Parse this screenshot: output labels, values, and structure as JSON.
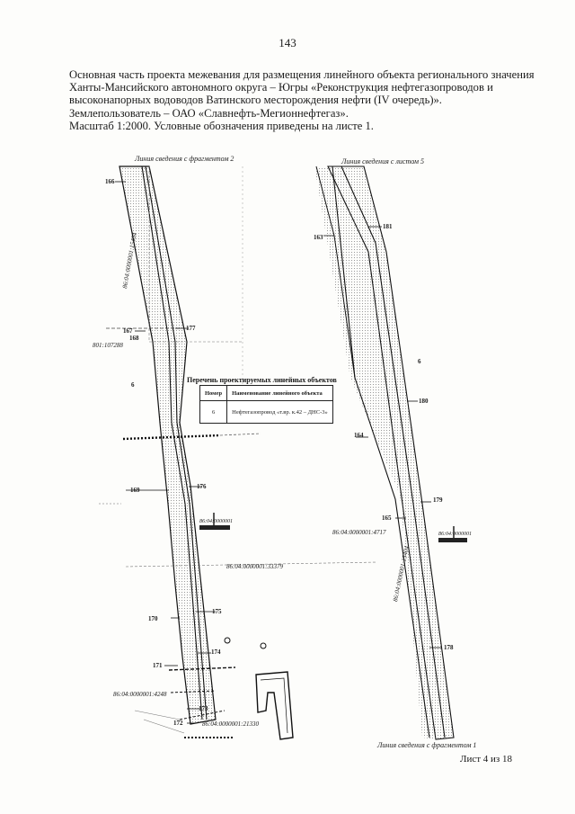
{
  "page_number": "143",
  "header_lines": [
    "Основная часть проекта межевания для размещения линейного объекта регионального значения",
    "Ханты-Мансийского автономного округа – Югры «Реконструкция нефтегазопроводов и",
    "высоконапорных водоводов Ватинского месторождения нефти (IV очередь)».",
    "Землепользователь – ОАО «Славнефть-Мегионнефтегаз».",
    "Масштаб 1:2000. Условные обозначения приведены на листе 1."
  ],
  "captions": {
    "left_top": "Линия сведения с фрагментом 2",
    "right_top": "Линия сведения с листом 5",
    "bottom": "Линия сведения с фрагментом 1"
  },
  "table": {
    "title": "Перечень проектируемых линейных объектов",
    "headers": [
      "Номер",
      "Наименование линейного объекта"
    ],
    "rows": [
      [
        "6",
        "Нефтегазопровод «т.вр. к.42 – ДНС-3»"
      ]
    ]
  },
  "point_labels": [
    "166",
    "167",
    "168",
    "6",
    "169",
    "176",
    "175",
    "170",
    "174",
    "171",
    "173",
    "172",
    "177",
    "163",
    "181",
    "6",
    "180",
    "164",
    "179",
    "165",
    "178"
  ],
  "cadastral_labels": [
    "86:04:0000001:15404",
    "801:107288",
    "86:04:0000001:33379",
    "86:04:0000001:4717",
    "86:04:0000001:15404",
    "86:04:0000001:4248",
    "86:04:0000001:21330"
  ],
  "stamp_labels": [
    "86:04:0000001",
    "86:04:0000001"
  ],
  "sheet_info": "Лист 4 из 18"
}
